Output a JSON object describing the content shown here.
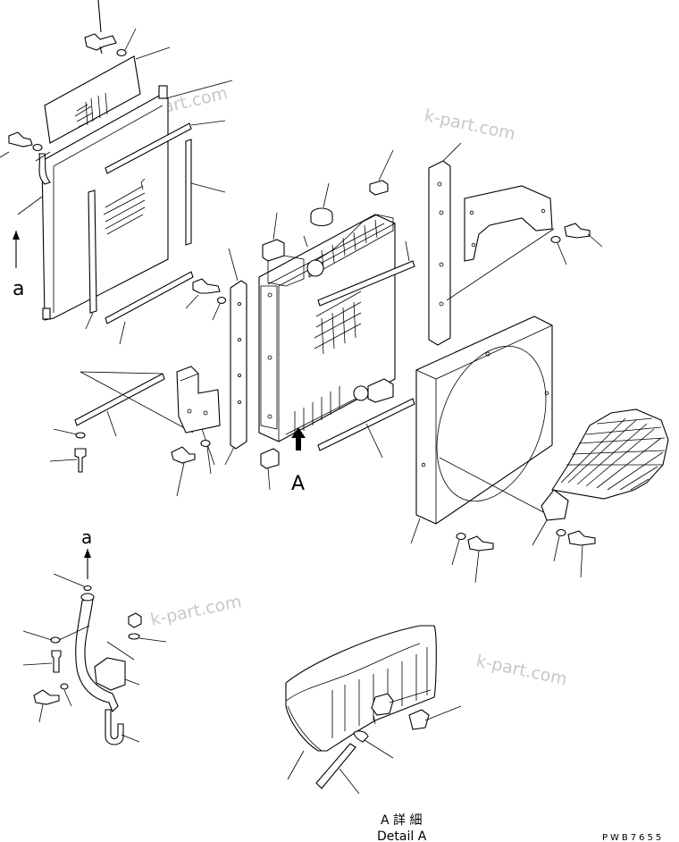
{
  "watermarks": [
    "k-part.com",
    "k-part.com",
    "k-part.com",
    "k-part.com"
  ],
  "view_labels": {
    "view_a_top": "a",
    "view_a_bottom": "a",
    "view_arrow_letter": "A"
  },
  "detail": {
    "title_jp": "A 詳 細",
    "title_en": "Detail A"
  },
  "drawing_code": "PWB7655"
}
